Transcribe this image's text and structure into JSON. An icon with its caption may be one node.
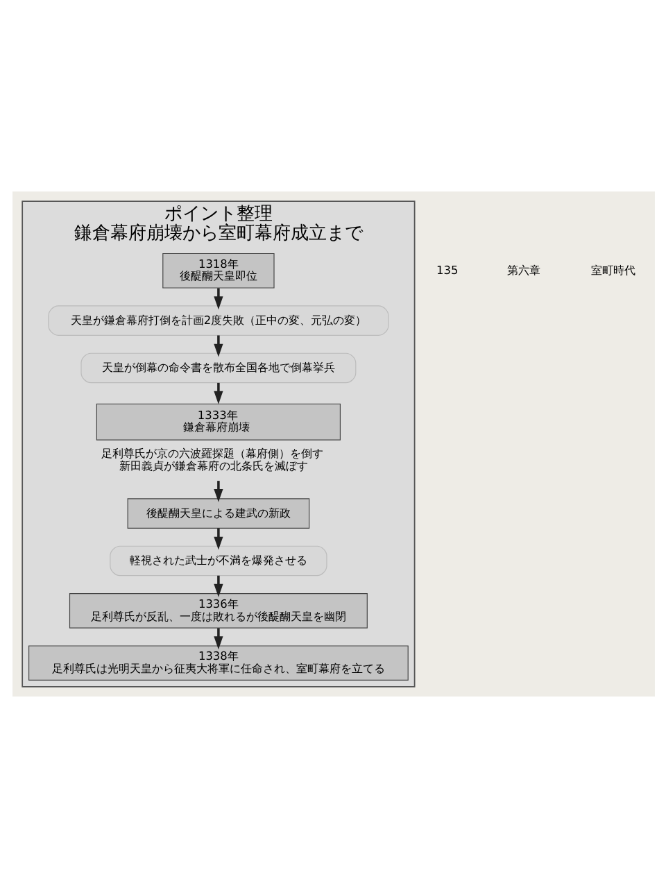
{
  "diagram": {
    "nodes": [
      {
        "text": [
          "ポイント整理",
          "鎌倉幕府崩壊から室町幕府成立まで"
        ]
      },
      {
        "text": [
          "1318年",
          "後醍醐天皇即位"
        ],
        "in": 0
      },
      {
        "text": [
          "天皇が鎌倉幕府打倒を計画2度失敗（正中の変、元弘の変）"
        ],
        "in": 0
      },
      {
        "text": [
          "天皇が倒幕の命令書を散布全国各地で倒幕挙兵"
        ],
        "in": 0
      },
      {
        "text": [
          "1333年",
          "鎌倉幕府崩壊"
        ],
        "in": 0,
        "beside": [
          "足利尊氏が京の六波羅探題（幕府側）を倒す",
          "新田義貞が鎌倉幕府の北条氏を滅ぼす"
        ]
      },
      {
        "text": [
          "後醍醐天皇による建武の新政"
        ],
        "in": 0
      },
      {
        "text": [
          "軽視された武士が不満を爆発させる"
        ],
        "in": 0
      },
      {
        "text": [
          "1336年",
          "足利尊氏が反乱、一度は敗れるが後醍醐天皇を幽閉"
        ],
        "in": 0
      },
      {
        "text": [
          "1338年",
          "足利尊氏は光明天皇から征夷大将軍に任命され、室町幕府を立てる"
        ],
        "in": 0
      }
    ],
    "edges": [
      {
        "from": 1,
        "to": 2,
        "arrow": "to"
      },
      {
        "from": 2,
        "to": 3,
        "arrow": "to"
      },
      {
        "from": 3,
        "to": 4,
        "arrow": "to"
      },
      {
        "from": 4,
        "to": 5,
        "arrow": "to"
      },
      {
        "from": 5,
        "to": 6,
        "arrow": "to"
      },
      {
        "from": 6,
        "to": 7,
        "arrow": "to"
      },
      {
        "from": 7,
        "to": 8,
        "arrow": "to"
      }
    ],
    "labels": [
      "135",
      "第六章",
      "室町時代"
    ]
  }
}
